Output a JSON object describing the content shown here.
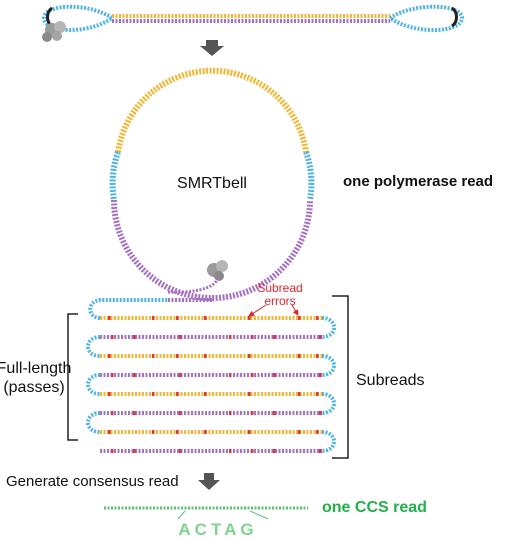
{
  "labels": {
    "smrtbell": "SMRTbell",
    "polymerase_read": "one polymerase read",
    "subread_errors_line1": "Subread",
    "subread_errors_line2": "errors",
    "full_length_line1": "Full-length",
    "full_length_line2": "(passes)",
    "subreads": "Subreads",
    "generate_consensus": "Generate consensus read",
    "ccs_read": "one CCS read",
    "bases": "ACTAG"
  },
  "colors": {
    "adapter": "#4fb3e6",
    "insert_top": "#f2b632",
    "insert_bottom": "#a571c2",
    "error": "#e8323a",
    "ccs": "#5cbf76",
    "arrow": "#555555",
    "polymerase": "#9a9a9a",
    "bracket": "#222222",
    "error_label": "#d9262f",
    "ccs_label": "#22b04b"
  },
  "icons": {
    "process_arrow": "down-arrow-icon",
    "polymerase": "polymerase-blob-icon"
  }
}
